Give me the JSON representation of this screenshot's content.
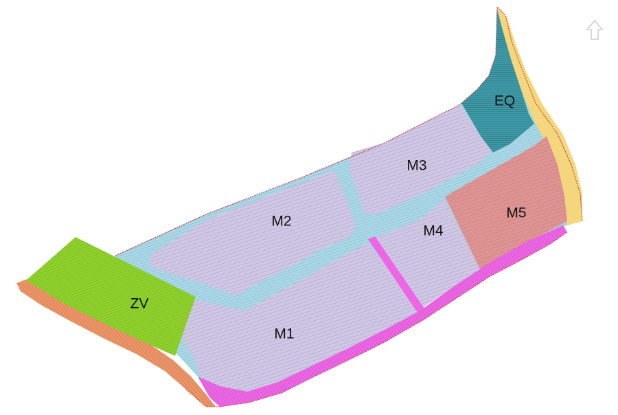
{
  "zones": [
    {
      "id": "M1",
      "label": "M1",
      "color": "#cfc7e4"
    },
    {
      "id": "M2",
      "label": "M2",
      "color": "#cfc7e4"
    },
    {
      "id": "M3",
      "label": "M3",
      "color": "#cfc7e4"
    },
    {
      "id": "M4",
      "label": "M4",
      "color": "#cfc7e4"
    },
    {
      "id": "M5",
      "label": "M5",
      "color": "#e09492"
    },
    {
      "id": "EQ",
      "label": "EQ",
      "color": "#3f9aa8"
    },
    {
      "id": "ZV",
      "label": "ZV",
      "color": "#8fd12c"
    }
  ],
  "colors": {
    "road": "#a9d8e8",
    "pink_strip": "#ee66e6",
    "orange_strip": "#ee9566",
    "yellow_strip": "#f4d77d",
    "boundary": "#c83c3c",
    "hatch": "#6b6290"
  },
  "icons": {
    "north_arrow": "north-arrow-icon"
  }
}
